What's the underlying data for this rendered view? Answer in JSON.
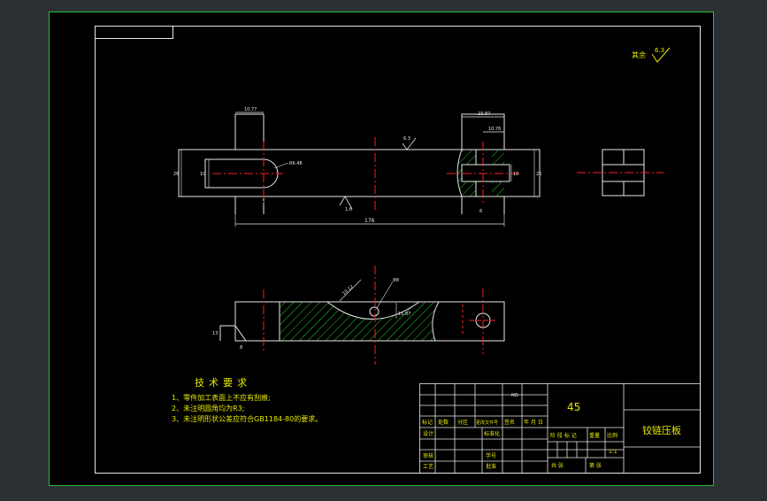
{
  "drawing": {
    "part_name": "铰链压板",
    "material": "45",
    "surface_finish": {
      "label": "其余",
      "value": "6.3"
    },
    "tech_title": "技术要求",
    "tech_notes": [
      "1、零件加工表面上不应有刮痕;",
      "2、未注明圆角均为R3;",
      "3、未注明形状公差应符合GB1184-80的要求。"
    ],
    "dimensions": {
      "top_left_width": "10.77",
      "top_right_width": "23.87",
      "top_right_inner": "10.76",
      "overall_length": "176",
      "left_height": "26",
      "slot_height": "10",
      "right_height": "26",
      "right_slot": "10",
      "right_bottom": "6",
      "radius_note": "R6.48",
      "roughness_top": "6.3",
      "roughness_bottom": "1.6",
      "front_angle": "10.12",
      "front_hole": "Φ8",
      "front_depth": "15.87",
      "front_left": "13",
      "front_left_small": "8"
    },
    "title_block": {
      "mark": "标记",
      "count": "处数",
      "zone": "分区",
      "doc_no": "更改文件号",
      "signature": "签名",
      "date": "年 月 日",
      "design": "设计",
      "standardize": "标准化",
      "review": "审核",
      "process": "工艺",
      "school_no": "学号",
      "approve": "批准",
      "stage_mark": "阶 段 标 记",
      "weight": "重量",
      "scale_label": "比例",
      "scale_value": "1:1",
      "sheet_total": "共   张",
      "sheet_no": "第   张",
      "no_label": "NO"
    }
  }
}
